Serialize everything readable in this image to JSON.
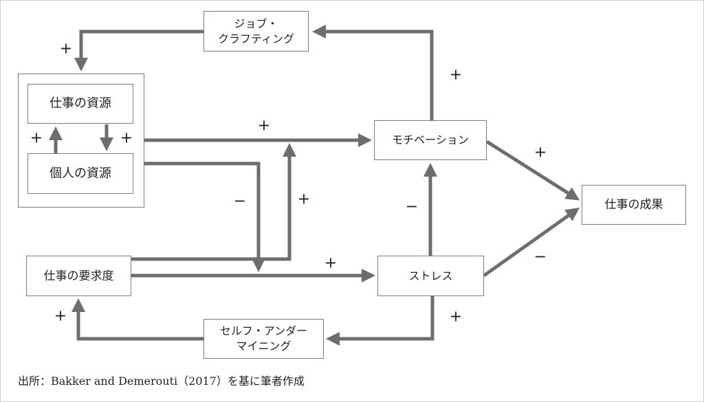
{
  "nodes": {
    "job_crafting": {
      "line1": "ジョブ・",
      "line2": "クラフティング"
    },
    "job_resources": "仕事の資源",
    "personal_resources": "個人の資源",
    "motivation": "モチベーション",
    "job_demands": "仕事の要求度",
    "stress": "ストレス",
    "job_performance": "仕事の成果",
    "self_undermining": {
      "line1": "セルフ・アンダー",
      "line2": "マイニング"
    }
  },
  "signs": {
    "crafting_to_resources": "+",
    "personal_to_job_resources": "+",
    "job_to_personal_resources": "+",
    "motivation_to_crafting": "+",
    "resources_to_motivation": "+",
    "resources_to_demand_stress": "−",
    "demands_to_motivation": "+",
    "demands_to_stress": "+",
    "stress_to_motivation": "−",
    "motivation_to_performance": "+",
    "stress_to_performance": "−",
    "stress_to_undermining": "+",
    "undermining_to_demands": "+"
  },
  "caption": "出所：Bakker and Demerouti（2017）を基に筆者作成",
  "colors": {
    "arrow": "#6d6d70",
    "border": "#7a7a7a"
  }
}
